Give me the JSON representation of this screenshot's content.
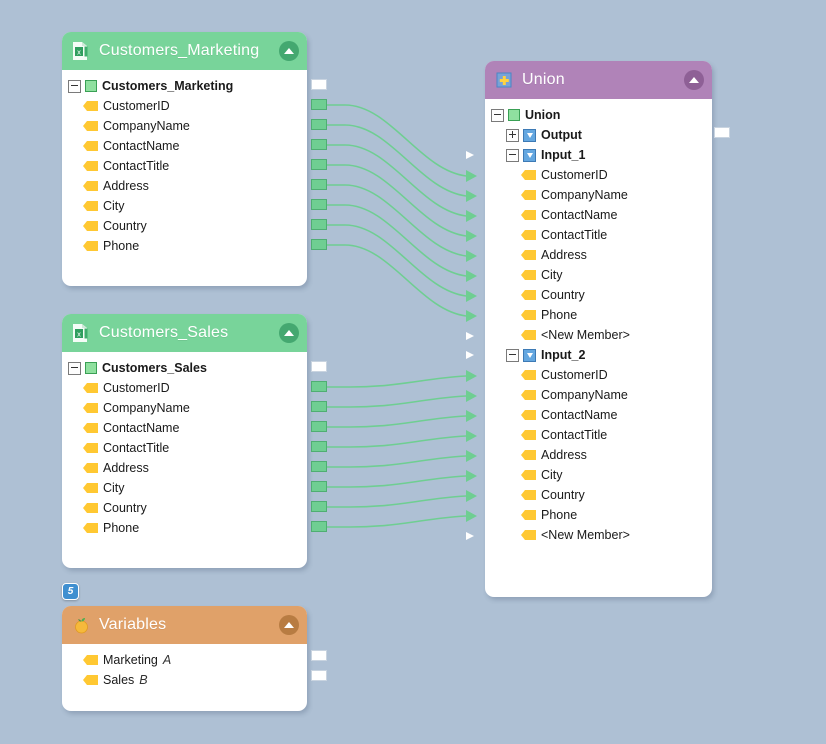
{
  "canvas": {
    "background_color": "#aec0d4",
    "badge": {
      "name": "step-badge",
      "text": "5"
    }
  },
  "colors": {
    "source_header": "#78d49a",
    "union_header": "#b083b8",
    "variables_header": "#e0a169",
    "connector_line": "#6fce92",
    "field_icon": "#ffc832",
    "canvas_bg": "#aec0d4"
  },
  "nodes": [
    {
      "id": "customers_marketing",
      "title": "Customers_Marketing",
      "header_icon": "excel-file-icon",
      "collapse_icon": "collapse-up-icon",
      "root": {
        "label": "Customers_Marketing",
        "icon": "green-square-icon",
        "expander": "minus"
      },
      "fields": [
        "CustomerID",
        "CompanyName",
        "ContactName",
        "ContactTitle",
        "Address",
        "City",
        "Country",
        "Phone"
      ]
    },
    {
      "id": "customers_sales",
      "title": "Customers_Sales",
      "header_icon": "excel-file-icon",
      "collapse_icon": "collapse-up-icon",
      "root": {
        "label": "Customers_Sales",
        "icon": "green-square-icon",
        "expander": "minus"
      },
      "fields": [
        "CustomerID",
        "CompanyName",
        "ContactName",
        "ContactTitle",
        "Address",
        "City",
        "Country",
        "Phone"
      ]
    },
    {
      "id": "union",
      "title": "Union",
      "header_icon": "union-plus-icon",
      "collapse_icon": "collapse-up-icon",
      "root": {
        "label": "Union",
        "icon": "green-square-icon",
        "expander": "minus"
      },
      "groups": [
        {
          "label": "Output",
          "icon": "blue-down-arrow-icon",
          "expander": "plus",
          "fields": []
        },
        {
          "label": "Input_1",
          "icon": "blue-down-arrow-icon",
          "expander": "minus",
          "fields": [
            "CustomerID",
            "CompanyName",
            "ContactName",
            "ContactTitle",
            "Address",
            "City",
            "Country",
            "Phone",
            "<New Member>"
          ]
        },
        {
          "label": "Input_2",
          "icon": "blue-down-arrow-icon",
          "expander": "minus",
          "fields": [
            "CustomerID",
            "CompanyName",
            "ContactName",
            "ContactTitle",
            "Address",
            "City",
            "Country",
            "Phone",
            "<New Member>"
          ]
        }
      ]
    },
    {
      "id": "variables",
      "title": "Variables",
      "header_icon": "orange-fruit-icon",
      "collapse_icon": "collapse-up-icon",
      "fields": [
        {
          "label": "Marketing",
          "letter": "A"
        },
        {
          "label": "Sales",
          "letter": "B"
        }
      ]
    }
  ]
}
